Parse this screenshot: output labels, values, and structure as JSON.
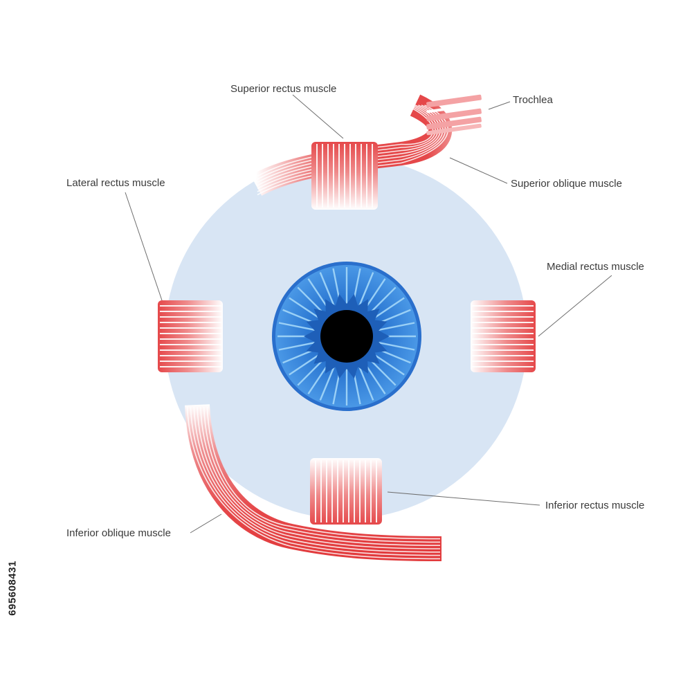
{
  "labels": {
    "superior_rectus": "Superior rectus muscle",
    "trochlea": "Trochlea",
    "superior_oblique": "Superior  oblique muscle",
    "lateral_rectus": "Lateral rectus muscle",
    "medial_rectus": "Medial rectus muscle",
    "inferior_rectus": "Inferior rectus muscle",
    "inferior_oblique": "Inferior oblique muscle"
  },
  "stock_id": "695608431",
  "colors": {
    "eyeball": "#d8e5f4",
    "iris": "#3f8fe0",
    "iris_inner": "#1e5fb8",
    "pupil": "#000000",
    "muscle": "#e8484a",
    "muscle_light": "#f4a2a4",
    "tendon": "#ffffff"
  }
}
